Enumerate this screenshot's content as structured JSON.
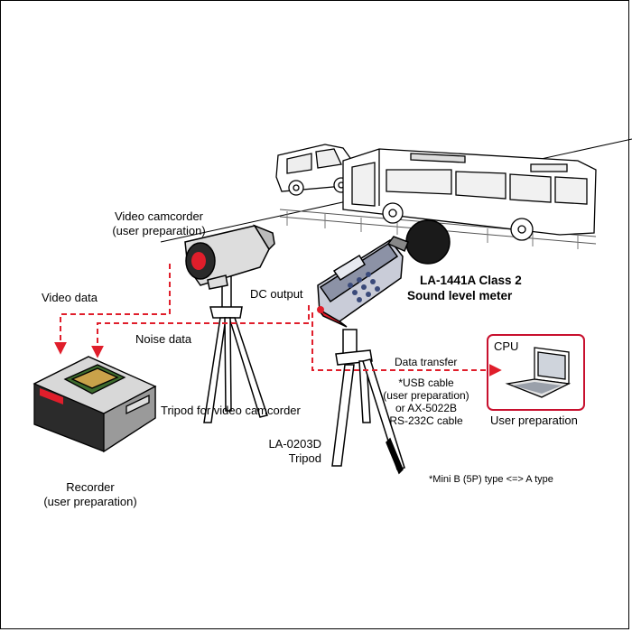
{
  "colors": {
    "accent_red": "#e01e2b",
    "cpu_box": "#c8102e"
  },
  "labels": {
    "video_camcorder": "Video camcorder",
    "video_camcorder_note": "(user preparation)",
    "video_data": "Video data",
    "dc_output": "DC output",
    "noise_data": "Noise data",
    "sound_meter_model": "LA-1441A  Class 2",
    "sound_meter_name": "Sound level meter",
    "tripod_video": "Tripod for video camcorder",
    "tripod_model": "LA-0203D",
    "tripod_name": "Tripod",
    "recorder": "Recorder",
    "recorder_note": "(user preparation)",
    "data_transfer": "Data transfer",
    "usb_cable": "*USB cable",
    "usb_cable_note": "(user preparation)",
    "or_cable": "or  AX-5022B",
    "rs232_cable": "RS-232C cable",
    "cpu": "CPU",
    "user_preparation": "User preparation",
    "footnote": "*Mini B (5P) type <=> A type"
  },
  "icons": [
    "video-camcorder-icon",
    "sound-level-meter-icon",
    "recorder-icon",
    "laptop-icon",
    "bus-icon",
    "van-icon",
    "tripod-icon"
  ]
}
